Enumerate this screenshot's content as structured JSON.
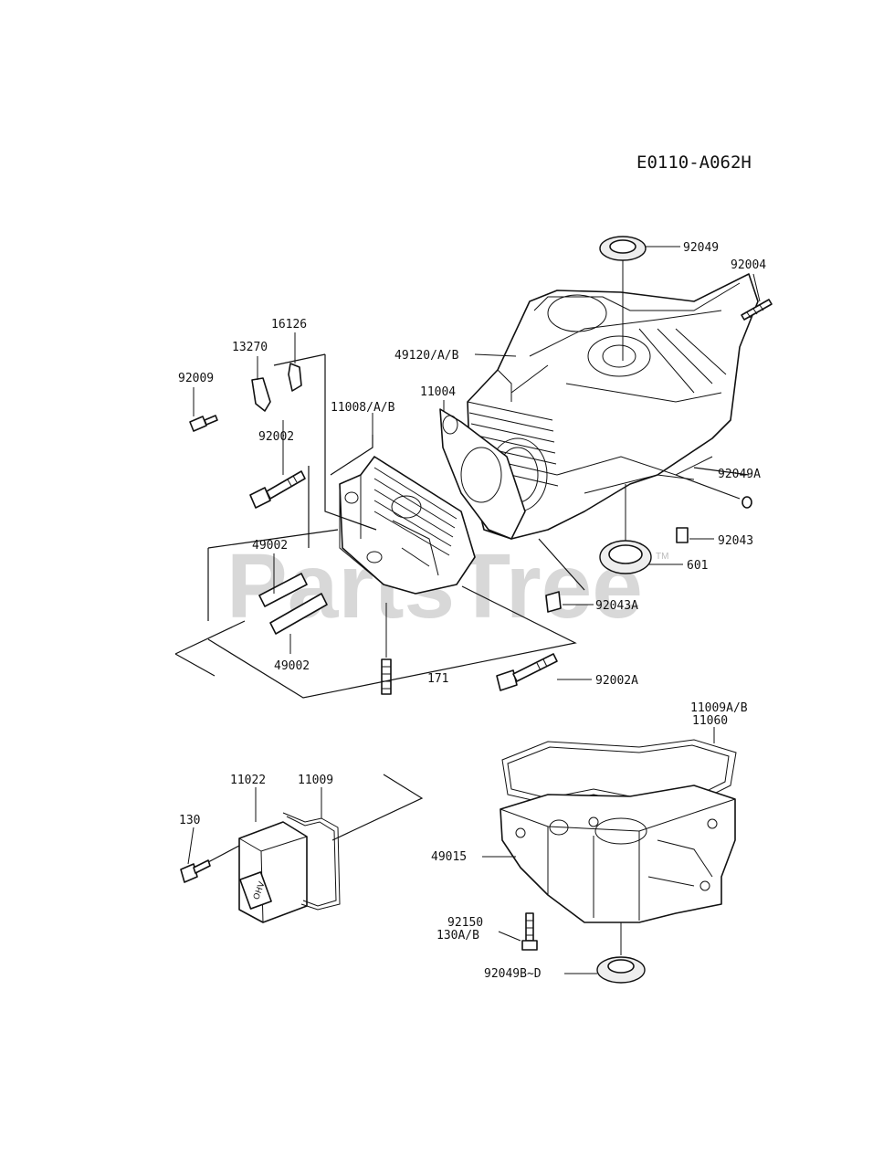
{
  "diagram": {
    "ref_code": "E0110-A062H",
    "watermark": "PartsTree",
    "watermark_tm": "TM",
    "labels": {
      "p92049": "92049",
      "p92004": "92004",
      "p49120": "49120/A/B",
      "p16126": "16126",
      "p13270": "13270",
      "p92009": "92009",
      "p11008": "11008/A/B",
      "p11004": "11004",
      "p92002": "92002",
      "p92049A": "92049A",
      "p92043": "92043",
      "p49002a": "49002",
      "p601": "601",
      "p92043A": "92043A",
      "p49002b": "49002",
      "p171": "171",
      "p92002A": "92002A",
      "p11009AB": "11009A/B",
      "p11060": "11060",
      "p11022": "11022",
      "p11009": "11009",
      "p130": "130",
      "p49015": "49015",
      "p92150": "92150",
      "p130AB": "130A/B",
      "p92049BD": "92049B~D"
    }
  }
}
